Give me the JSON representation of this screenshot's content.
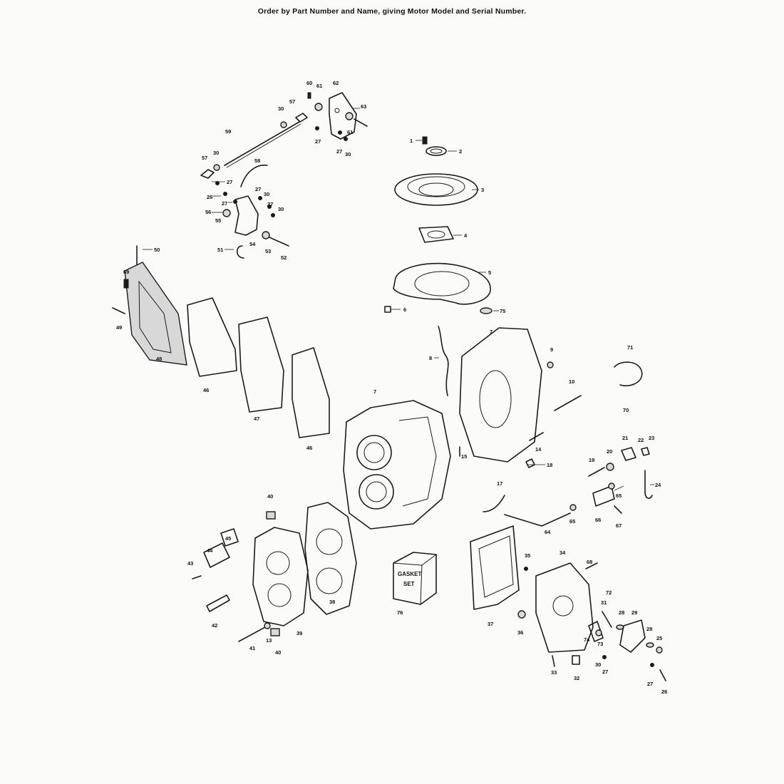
{
  "header": {
    "text": "Order by Part Number and Name, giving Motor Model and Serial Number."
  },
  "gasket_kit": {
    "line1": "GASKET",
    "line2": "SET"
  },
  "callouts": {
    "c1": "1",
    "c2": "2",
    "c3": "3",
    "c4": "4",
    "c5": "5",
    "c6": "6",
    "c7a": "7",
    "c7b": "7",
    "c8": "8",
    "c9": "9",
    "c10": "10",
    "c13": "13",
    "c14": "14",
    "c15": "15",
    "c17": "17",
    "c18": "18",
    "c19": "19",
    "c20": "20",
    "c21": "21",
    "c22": "22",
    "c23": "23",
    "c24": "24",
    "c25": "25",
    "c26a": "26",
    "c26b": "26",
    "c27a": "27",
    "c27b": "27",
    "c27c": "27",
    "c27d": "27",
    "c27e": "27",
    "c27f": "27",
    "c27g": "27",
    "c27h": "27",
    "c28a": "28",
    "c28b": "28",
    "c29": "29",
    "c30a": "30",
    "c30b": "30",
    "c30c": "30",
    "c30d": "30",
    "c30e": "30",
    "c30f": "30",
    "c31": "31",
    "c32": "32",
    "c33": "33",
    "c34": "34",
    "c35": "35",
    "c36": "36",
    "c37": "37",
    "c38": "38",
    "c39": "39",
    "c40a": "40",
    "c40b": "40",
    "c41": "41",
    "c42": "42",
    "c43": "43",
    "c44": "44",
    "c45": "45",
    "c46a": "46",
    "c46b": "46",
    "c47": "47",
    "c48": "48",
    "c49": "49",
    "c50": "50",
    "c51": "51",
    "c52": "52",
    "c53": "53",
    "c54": "54",
    "c55": "55",
    "c56": "56",
    "c57a": "57",
    "c57b": "57",
    "c58": "58",
    "c59": "59",
    "c60": "60",
    "c61a": "61",
    "c61b": "61",
    "c62": "62",
    "c63": "63",
    "c64": "64",
    "c65a": "65",
    "c65b": "65",
    "c66": "66",
    "c67": "67",
    "c68": "68",
    "c69": "69",
    "c70": "70",
    "c71": "71",
    "c72": "72",
    "c73": "73",
    "c74": "74",
    "c75": "75",
    "c76": "76"
  }
}
